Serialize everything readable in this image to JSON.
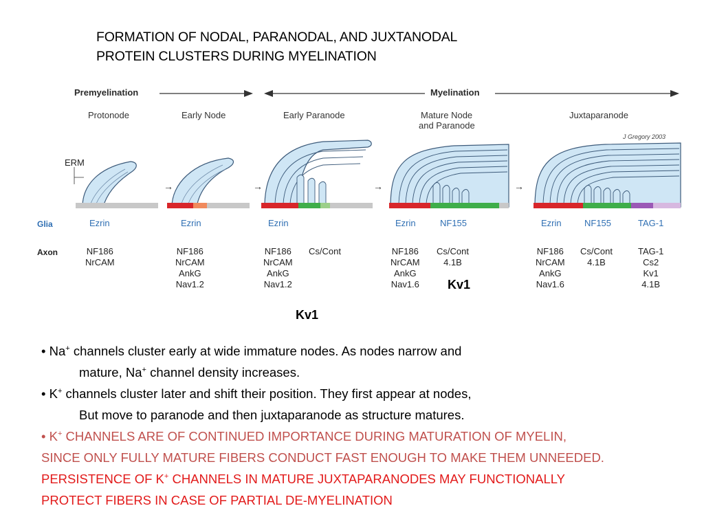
{
  "title": {
    "line1": "FORMATION OF NODAL, PARANODAL, AND JUXTANODAL",
    "line2": "PROTEIN CLUSTERS DURING MYELINATION"
  },
  "figure": {
    "phase_premyelination": "Premyelination",
    "phase_myelination": "Myelination",
    "credit": "J Gregory 2003",
    "erm_label": "ERM",
    "row_glia": "Glia",
    "row_axon": "Axon",
    "stages": [
      {
        "name": "Protonode",
        "glia": [
          "Ezrin"
        ],
        "axon_col1": [
          "NF186",
          "NrCAM"
        ]
      },
      {
        "name": "Early Node",
        "glia": [
          "Ezrin"
        ],
        "axon_col1": [
          "NF186",
          "NrCAM",
          "AnkG",
          "Nav1.2"
        ]
      },
      {
        "name": "Early Paranode",
        "glia": [
          "Ezrin"
        ],
        "axon_col1": [
          "NF186",
          "NrCAM",
          "AnkG",
          "Nav1.2"
        ],
        "axon_col2": [
          "Cs/Cont"
        ]
      },
      {
        "name_line1": "Mature Node",
        "name_line2": "and Paranode",
        "glia": [
          "Ezrin",
          "NF155"
        ],
        "axon_col1": [
          "NF186",
          "NrCAM",
          "AnkG",
          "Nav1.6"
        ],
        "axon_col2": [
          "Cs/Cont",
          "4.1B"
        ]
      },
      {
        "name": "Juxtaparanode",
        "glia": [
          "Ezrin",
          "NF155",
          "TAG-1"
        ],
        "axon_col1": [
          "NF186",
          "NrCAM",
          "AnkG",
          "Nav1.6"
        ],
        "axon_col2": [
          "Cs/Cont",
          "4.1B"
        ],
        "axon_col3": [
          "TAG-1",
          "Cs2",
          "Kv1",
          "4.1B"
        ]
      }
    ],
    "kv1_label_a": "Kv1",
    "kv1_label_b": "Kv1"
  },
  "bullets": {
    "b1_part1": "• Na",
    "b1_sup1": "+",
    "b1_part2": " channels cluster early at wide immature nodes.  As nodes narrow and",
    "b1_cont_part1": "mature, Na",
    "b1_cont_sup": "+",
    "b1_cont_part2": " channel density increases.",
    "b2_part1": "• K",
    "b2_sup": "+",
    "b2_part2": " channels cluster later and shift their position.  They first appear at nodes,",
    "b2_cont": "But move to paranode and then juxtaparanode as structure matures.",
    "b3_part1": "• K",
    "b3_sup": "+",
    "b3_part2": " CHANNELS ARE OF CONTINUED IMPORTANCE DURING MATURATION OF MYELIN,",
    "b3_line2": "SINCE ONLY FULLY MATURE FIBERS CONDUCT FAST ENOUGH TO MAKE THEM UNNEEDED.",
    "b4_part1": "PERSISTENCE OF K",
    "b4_sup": "+",
    "b4_part2": " CHANNELS IN MATURE JUXTAPARANODES MAY FUNCTIONALLY",
    "b4_line2": "PROTECT FIBERS IN CASE OF PARTIAL DE-MYELINATION"
  }
}
